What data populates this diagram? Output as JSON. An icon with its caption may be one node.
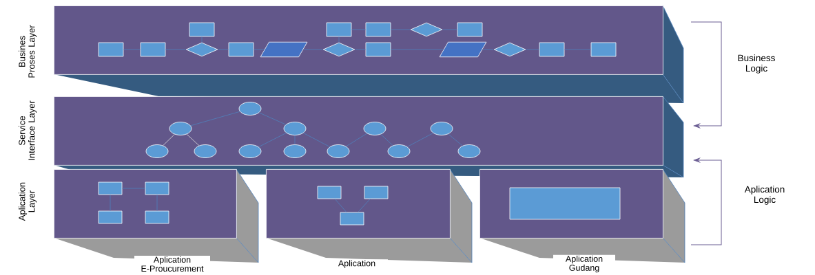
{
  "diagram": {
    "nodes": [
      {
        "text": [
          "Busines Proses Layer"
        ]
      },
      {
        "text": [],
        "shape": "box",
        "in": 0
      },
      {
        "text": [],
        "shape": "box",
        "in": 0
      },
      {
        "text": [],
        "shape": "box",
        "in": 0
      },
      {
        "text": [],
        "shape": "diamond",
        "in": 0
      },
      {
        "text": [],
        "shape": "box",
        "in": 0
      },
      {
        "text": [],
        "shape": "box",
        "in": 0
      },
      {
        "text": [],
        "shape": "box",
        "in": 0
      },
      {
        "text": [],
        "shape": "diamond",
        "in": 0
      },
      {
        "text": [],
        "shape": "box",
        "in": 0
      },
      {
        "text": [],
        "shape": "parallelogram",
        "in": 0
      },
      {
        "text": [],
        "shape": "diamond",
        "in": 0
      },
      {
        "text": [],
        "shape": "box",
        "in": 0
      },
      {
        "text": [],
        "shape": "parallelogram",
        "in": 0
      },
      {
        "text": [],
        "shape": "diamond",
        "in": 0
      },
      {
        "text": [],
        "shape": "box",
        "in": 0
      },
      {
        "text": [],
        "shape": "box",
        "in": 0
      },
      {
        "text": [
          "Service Interface Layer"
        ]
      },
      {
        "text": [],
        "shape": "ellipse",
        "in": 17
      },
      {
        "text": [],
        "shape": "ellipse",
        "in": 17
      },
      {
        "text": [],
        "shape": "ellipse",
        "in": 17
      },
      {
        "text": [],
        "shape": "ellipse",
        "in": 17
      },
      {
        "text": [],
        "shape": "ellipse",
        "in": 17
      },
      {
        "text": [],
        "shape": "ellipse",
        "in": 17
      },
      {
        "text": [],
        "shape": "ellipse",
        "in": 17
      },
      {
        "text": [],
        "shape": "ellipse",
        "in": 17
      },
      {
        "text": [],
        "shape": "ellipse",
        "in": 17
      },
      {
        "text": [],
        "shape": "ellipse",
        "in": 17
      },
      {
        "text": [],
        "shape": "ellipse",
        "in": 17
      },
      {
        "text": [],
        "shape": "ellipse",
        "in": 17
      },
      {
        "text": [
          "Aplication E-Proucurement"
        ]
      },
      {
        "text": [],
        "shape": "box",
        "in": 30
      },
      {
        "text": [],
        "shape": "box",
        "in": 30
      },
      {
        "text": [],
        "shape": "box",
        "in": 30
      },
      {
        "text": [],
        "shape": "box",
        "in": 30
      },
      {
        "text": [
          "Aplication"
        ]
      },
      {
        "text": [],
        "shape": "box",
        "in": 35
      },
      {
        "text": [],
        "shape": "box",
        "in": 35
      },
      {
        "text": [],
        "shape": "box",
        "in": 35
      },
      {
        "text": [
          "Aplication Gudang"
        ]
      },
      {
        "text": [],
        "shape": "box",
        "in": 39
      }
    ],
    "edges": [
      {
        "from": 6,
        "to": 7,
        "arrow": "none"
      },
      {
        "from": 7,
        "to": 8,
        "arrow": "none"
      },
      {
        "from": 1,
        "to": 8,
        "arrow": "none"
      },
      {
        "from": 8,
        "to": 9,
        "arrow": "none"
      },
      {
        "from": 9,
        "to": 10,
        "arrow": "none"
      },
      {
        "from": 10,
        "to": 11,
        "arrow": "none"
      },
      {
        "from": 2,
        "to": 11,
        "arrow": "none"
      },
      {
        "from": 11,
        "to": 12,
        "arrow": "none"
      },
      {
        "from": 2,
        "to": 3,
        "arrow": "none"
      },
      {
        "from": 3,
        "to": 4,
        "arrow": "none"
      },
      {
        "from": 4,
        "to": 5,
        "arrow": "none"
      },
      {
        "from": 12,
        "to": 13,
        "arrow": "none"
      },
      {
        "from": 13,
        "to": 14,
        "arrow": "none"
      },
      {
        "from": 14,
        "to": 15,
        "arrow": "none"
      },
      {
        "from": 15,
        "to": 16,
        "arrow": "none"
      },
      {
        "from": 18,
        "to": 19,
        "arrow": "none"
      },
      {
        "from": 18,
        "to": 20,
        "arrow": "none"
      },
      {
        "from": 19,
        "to": 23,
        "arrow": "none",
        "color": "#e0e0e0"
      },
      {
        "from": 19,
        "to": 24,
        "arrow": "none",
        "color": "#e0e0e0"
      },
      {
        "from": 20,
        "to": 25,
        "arrow": "none"
      },
      {
        "from": 20,
        "to": 26,
        "arrow": "none"
      },
      {
        "from": 20,
        "to": 27,
        "arrow": "none"
      },
      {
        "from": 27,
        "to": 21,
        "arrow": "none"
      },
      {
        "from": 21,
        "to": 28,
        "arrow": "none"
      },
      {
        "from": 28,
        "to": 22,
        "arrow": "none"
      },
      {
        "from": 22,
        "to": 29,
        "arrow": "none"
      },
      {
        "from": 31,
        "to": 32,
        "arrow": "none"
      },
      {
        "from": 31,
        "to": 33,
        "arrow": "none"
      },
      {
        "from": 32,
        "to": 34,
        "arrow": "none"
      },
      {
        "from": 36,
        "to": 38,
        "arrow": "none"
      },
      {
        "from": 37,
        "to": 38,
        "arrow": "none"
      }
    ],
    "labels": [
      "Business Logic",
      "Aplication Layer",
      "Aplication Logic"
    ]
  }
}
